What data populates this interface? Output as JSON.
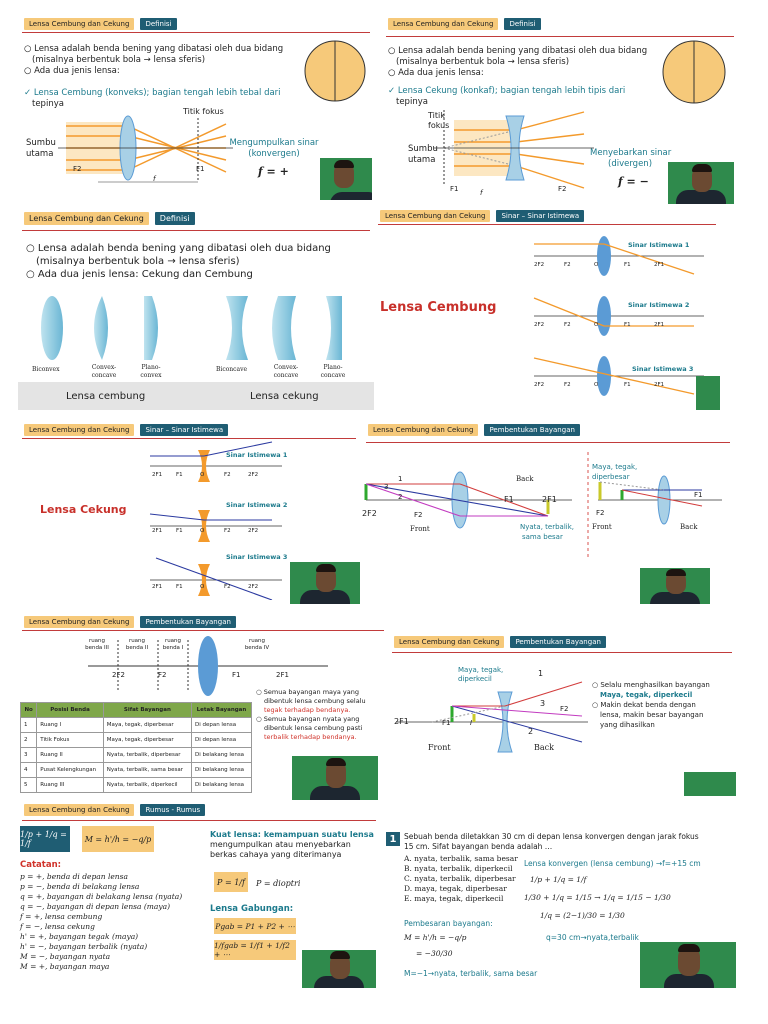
{
  "s1": {
    "tag": "Lensa Cembung dan Cekung",
    "tag2": "Definisi",
    "l1": "○ Lensa adalah benda bening yang dibatasi oleh dua bidang",
    "l2": "(misalnya berbentuk bola → lensa sferis)",
    "l3": "○ Ada dua jenis lensa:",
    "l4": "✓ Lensa Cembung (konveks); bagian tengah lebih tebal dari",
    "l5": "tepinya",
    "titik": "Titik fokus",
    "sumbu": "Sumbu",
    "utama": "utama",
    "note": "Mengumpulkan sinar (konvergen)",
    "eq": "f = +",
    "f2": "F2",
    "f1": "F1",
    "f": "f"
  },
  "s2": {
    "tag": "Lensa Cembung dan Cekung",
    "tag2": "Definisi",
    "l1": "○ Lensa adalah benda bening yang dibatasi oleh dua bidang",
    "l2": "(misalnya berbentuk bola → lensa sferis)",
    "l3": "○ Ada dua jenis lensa:",
    "l4": "✓ Lensa Cekung (konkaf); bagian tengah lebih tipis dari",
    "l5": "tepinya",
    "titik": "Titik",
    "fokus": "fokus",
    "sumbu": "Sumbu",
    "utama": "utama",
    "note1": "Menyebarkan sinar",
    "note2": "(divergen)",
    "eq": "f = −",
    "f1": "F1",
    "f2": "F2",
    "f": "f"
  },
  "s3": {
    "tag": "Lensa Cembung dan Cekung",
    "tag2": "Definisi",
    "l1": "○ Lensa adalah benda bening yang dibatasi oleh dua bidang",
    "l2": "(misalnya berbentuk bola → lensa sferis)",
    "l3": "○ Ada dua jenis lensa: Cekung dan Cembung",
    "labels": [
      "Biconvex",
      "Convex-concave",
      "Plano-convex",
      "Biconcave",
      "Convex-concave",
      "Plano-concave"
    ],
    "cap1": "Lensa cembung",
    "cap2": "Lensa cekung"
  },
  "s4": {
    "tag": "Lensa Cembung dan Cekung",
    "tag2": "Sinar – Sinar Istimewa",
    "title": "Lensa Cembung",
    "r1": "Sinar Istimewa 1",
    "r2": "Sinar Istimewa 2",
    "r3": "Sinar Istimewa 3",
    "axis": [
      "2F2",
      "F2",
      "O",
      "F1",
      "2F1"
    ]
  },
  "s5": {
    "tag": "Lensa Cembung dan Cekung",
    "tag2": "Sinar – Sinar Istimewa",
    "title": "Lensa Cekung",
    "r1": "Sinar Istimewa 1",
    "r2": "Sinar Istimewa 2",
    "r3": "Sinar Istimewa 3",
    "axis": [
      "2F1",
      "F1",
      "O",
      "F2",
      "2F2"
    ]
  },
  "s6": {
    "tag": "Lensa Cembung dan Cekung",
    "tag2": "Pembentukan Bayangan",
    "back": "Back",
    "front": "Front",
    "f1": "F1",
    "2f1": "2F1",
    "2f2": "2F2",
    "f2": "F2",
    "res": "Nyata, terbalik,",
    "res2": "sama besar",
    "maya": "Maya, tegak,",
    "maya2": "diperbesar",
    "n1": "1",
    "n2": "2",
    "n3": "3"
  },
  "s7": {
    "tag": "Lensa Cembung dan Cekung",
    "tag2": "Pembentukan Bayangan",
    "rooms": [
      "ruang benda III",
      "ruang benda II",
      "ruang benda I",
      "ruang benda IV"
    ],
    "axis": [
      "2F2",
      "F2",
      "F1",
      "2F1"
    ],
    "cols": [
      "No",
      "Posisi Benda",
      "Sifat Bayangan",
      "Letak Bayangan"
    ],
    "rows": [
      [
        "1",
        "Ruang I",
        "Maya, tegak, diperbesar",
        "Di depan lensa"
      ],
      [
        "2",
        "Titik Fokus",
        "Maya, tegak, diperbesar",
        "Di depan lensa"
      ],
      [
        "3",
        "Ruang II",
        "Nyata, terbalik, diperbesar",
        "Di belakang lensa"
      ],
      [
        "4",
        "Pusat Kelengkungan",
        "Nyata, terbalik, sama besar",
        "Di belakang lensa"
      ],
      [
        "5",
        "Ruang III",
        "Nyata, terbalik, diperkecil",
        "Di belakang lensa"
      ]
    ],
    "n1a": "○ Semua bayangan maya yang",
    "n1b": "dibentuk lensa cembung selalu",
    "n1c": "tegak terhadap bendanya.",
    "n2a": "○ Semua bayangan nyata yang",
    "n2b": "dibentuk lensa cembung pasti",
    "n2c": "terbalik terhadap bendanya."
  },
  "s8": {
    "tag": "Lensa Cembung dan Cekung",
    "tag2": "Pembentukan Bayangan",
    "maya": "Maya, tegak,",
    "maya2": "diperkecil",
    "front": "Front",
    "back": "Back",
    "2f1": "2F1",
    "f1": "F1",
    "f2": "F2",
    "i": "I",
    "n1": "1",
    "n2": "2",
    "n3": "3",
    "b1": "○ Selalu menghasilkan bayangan",
    "b2": "Maya, tegak, diperkecil",
    "b3": "○ Makin dekat benda dengan",
    "b4": "lensa, makin besar bayangan",
    "b5": "yang dihasilkan"
  },
  "s9": {
    "tag": "Lensa Cembung dan Cekung",
    "tag2": "Rumus - Rumus",
    "eq1": "1/p + 1/q = 1/f",
    "eq2": "M = h'/h = −q/p",
    "catatan": "Catatan:",
    "notes": [
      "p = +, benda di depan lensa",
      "p = −, benda di belakang lensa",
      "q = +, bayangan di belakang lensa (nyata)",
      "q = −, bayangan di depan lensa (maya)",
      "f = +, lensa cembung",
      "f = −, lensa cekung",
      "h' = +, bayangan tegak (maya)",
      "h' = −, bayangan terbalik (nyata)",
      "M = −, bayangan nyata",
      "M = +, bayangan maya"
    ],
    "kuat1": "Kuat lensa: kemampuan suatu lensa",
    "kuat2": "mengumpulkan atau menyebarkan",
    "kuat3": "berkas cahaya yang diterimanya",
    "peq": "P = 1/f",
    "punit": "P = dioptri",
    "gab": "Lensa Gabungan:",
    "geq1": "Pgab = P1 + P2 + ⋯",
    "geq2": "1/fgab = 1/f1 + 1/f2 + ⋯"
  },
  "s10": {
    "num": "1",
    "q1": "Sebuah benda diletakkan 30 cm di depan lensa konvergen dengan jarak fokus",
    "q2": "15 cm. Sifat bayangan benda adalah …",
    "opts": [
      "A. nyata, terbalik, sama besar",
      "B. nyata, terbalik, diperkecil",
      "C. nyata, terbalik, diperbesar",
      "D. maya, tegak, diperbesar",
      "E. maya, tegak, diperkecil"
    ],
    "given": "Lensa konvergen (lensa cembung) →f=+15 cm",
    "w1": "1/p + 1/q = 1/f",
    "w2": "1/30 + 1/q = 1/15 → 1/q = 1/15 − 1/30",
    "w3": "1/q = (2−1)/30 = 1/30",
    "w4": "q=30 cm→nyata,terbalik",
    "pemb": "Pembesaran bayangan:",
    "m1": "M = h'/h = −q/p",
    "m2": "= −30/30",
    "ans": "M=−1→nyata, terbalik, sama besar"
  },
  "colors": {
    "accent": "#1f5d73",
    "tag": "#f6c97a",
    "red": "#c23b3b",
    "orange": "#f39a2c",
    "lens": "#5b9bd5"
  }
}
